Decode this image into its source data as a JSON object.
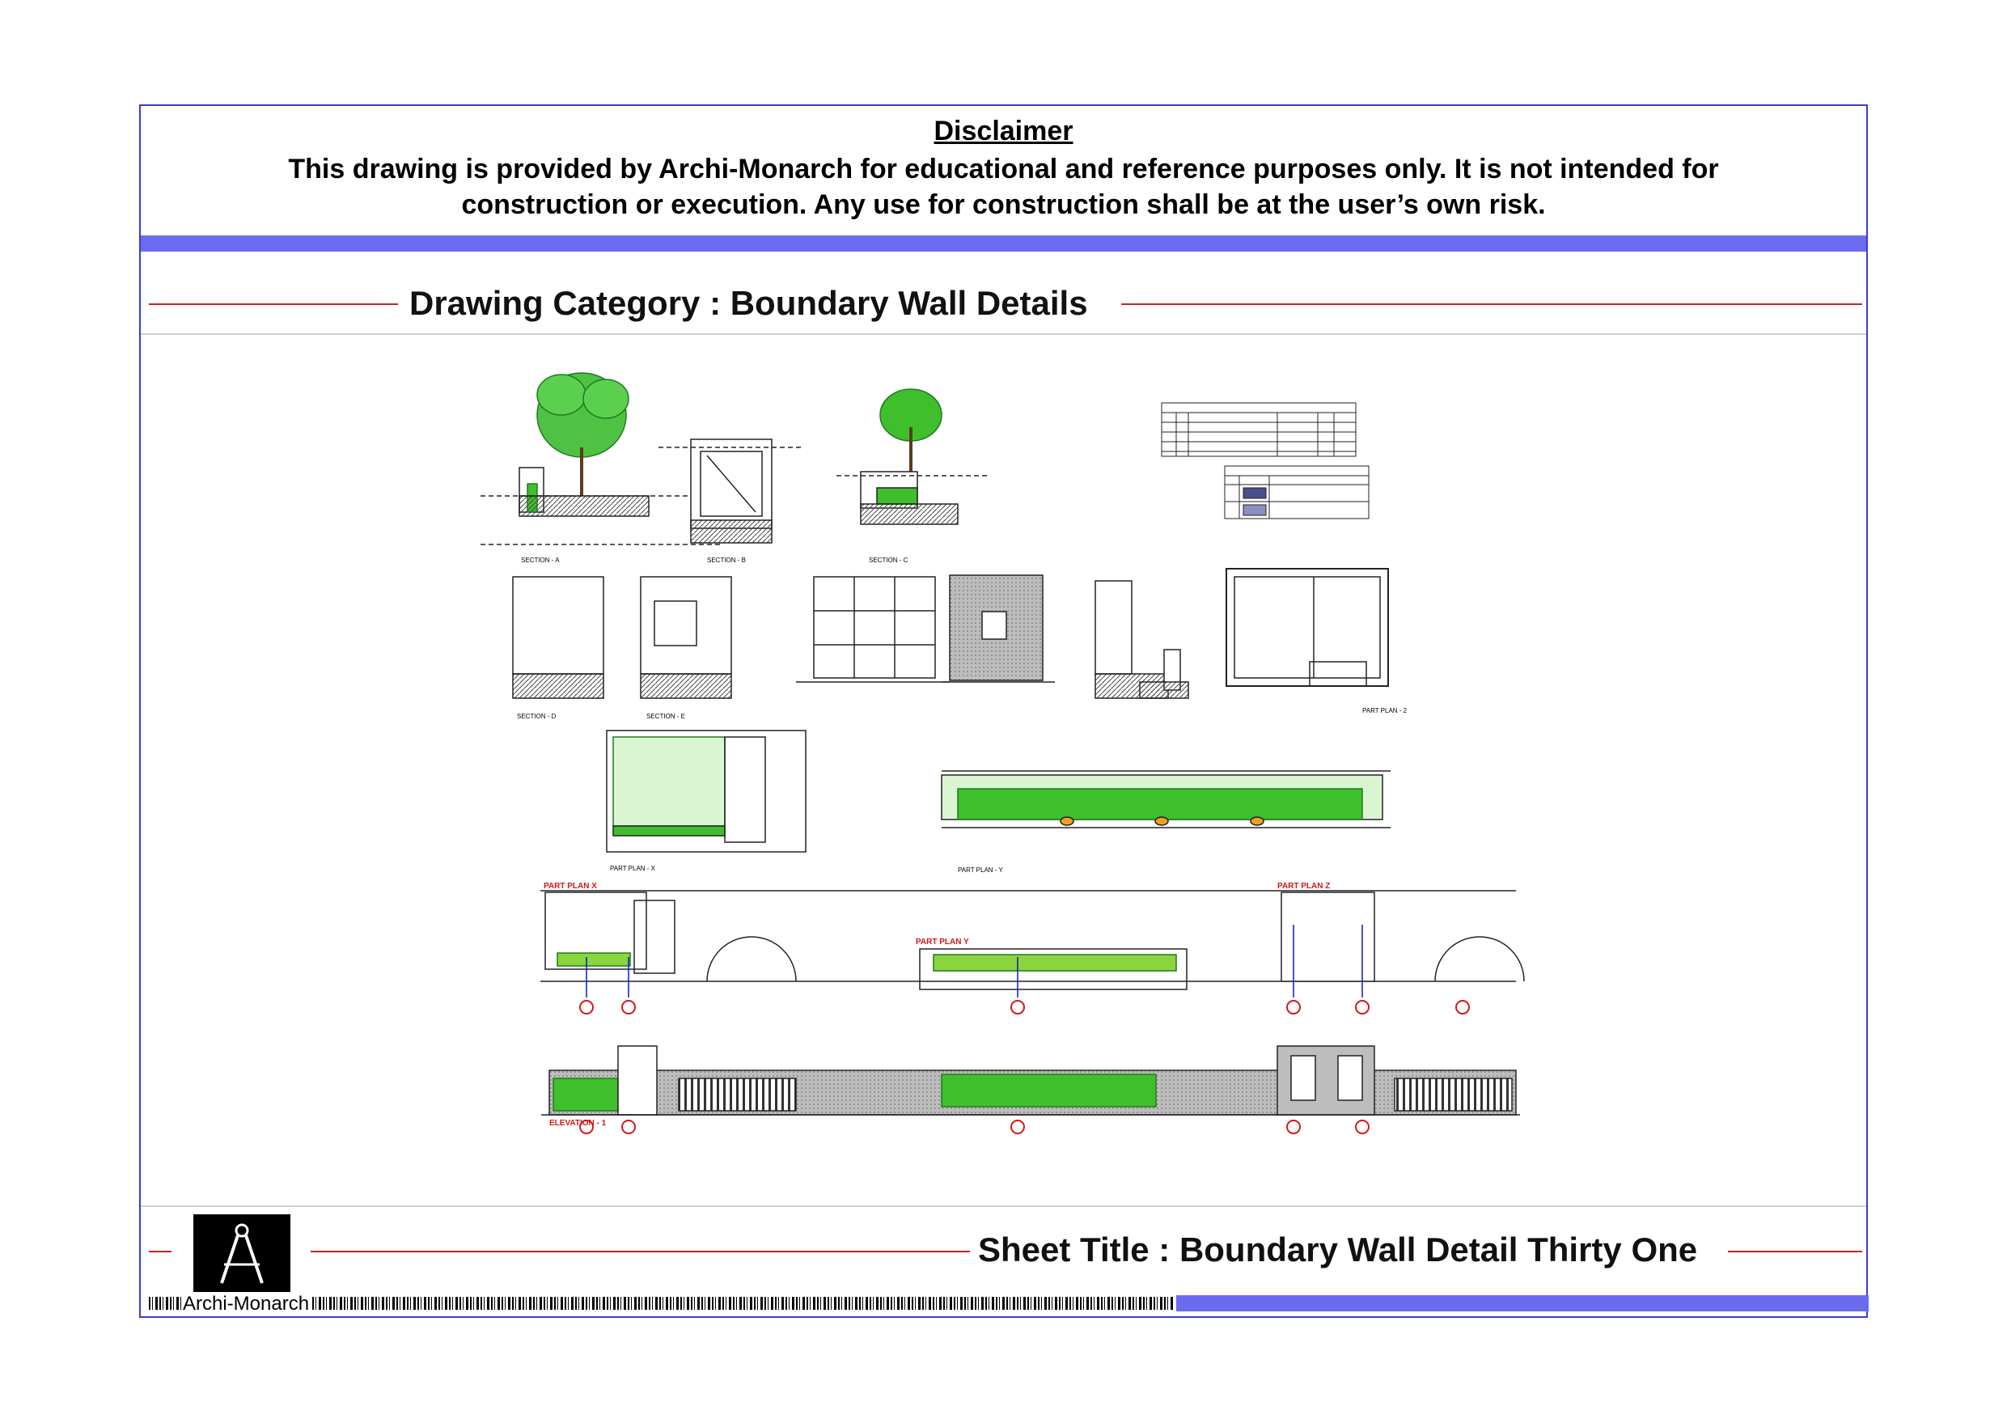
{
  "disclaimer": {
    "title": "Disclaimer",
    "line1": "This drawing is provided by Archi-Monarch for educational and reference purposes only. It is not intended for",
    "line2": "construction or execution. Any use for construction shall be at the user’s own risk."
  },
  "category": {
    "text": "Drawing Category : Boundary Wall Details"
  },
  "sheet": {
    "title": "Sheet Title : Boundary Wall Detail Thirty One"
  },
  "brand": {
    "name": "Archi-Monarch"
  },
  "drawing_labels": {
    "part_plan_x": "PART PLAN X",
    "part_plan_y": "PART PLAN Y",
    "part_plan_z": "PART PLAN Z",
    "elevation_1": "ELEVATION - 1"
  },
  "colors": {
    "frame_blue": "#3c3cd0",
    "band_blue": "#6b6bf0",
    "red_line": "#c42424",
    "green_fill": "#3fbf2c"
  }
}
